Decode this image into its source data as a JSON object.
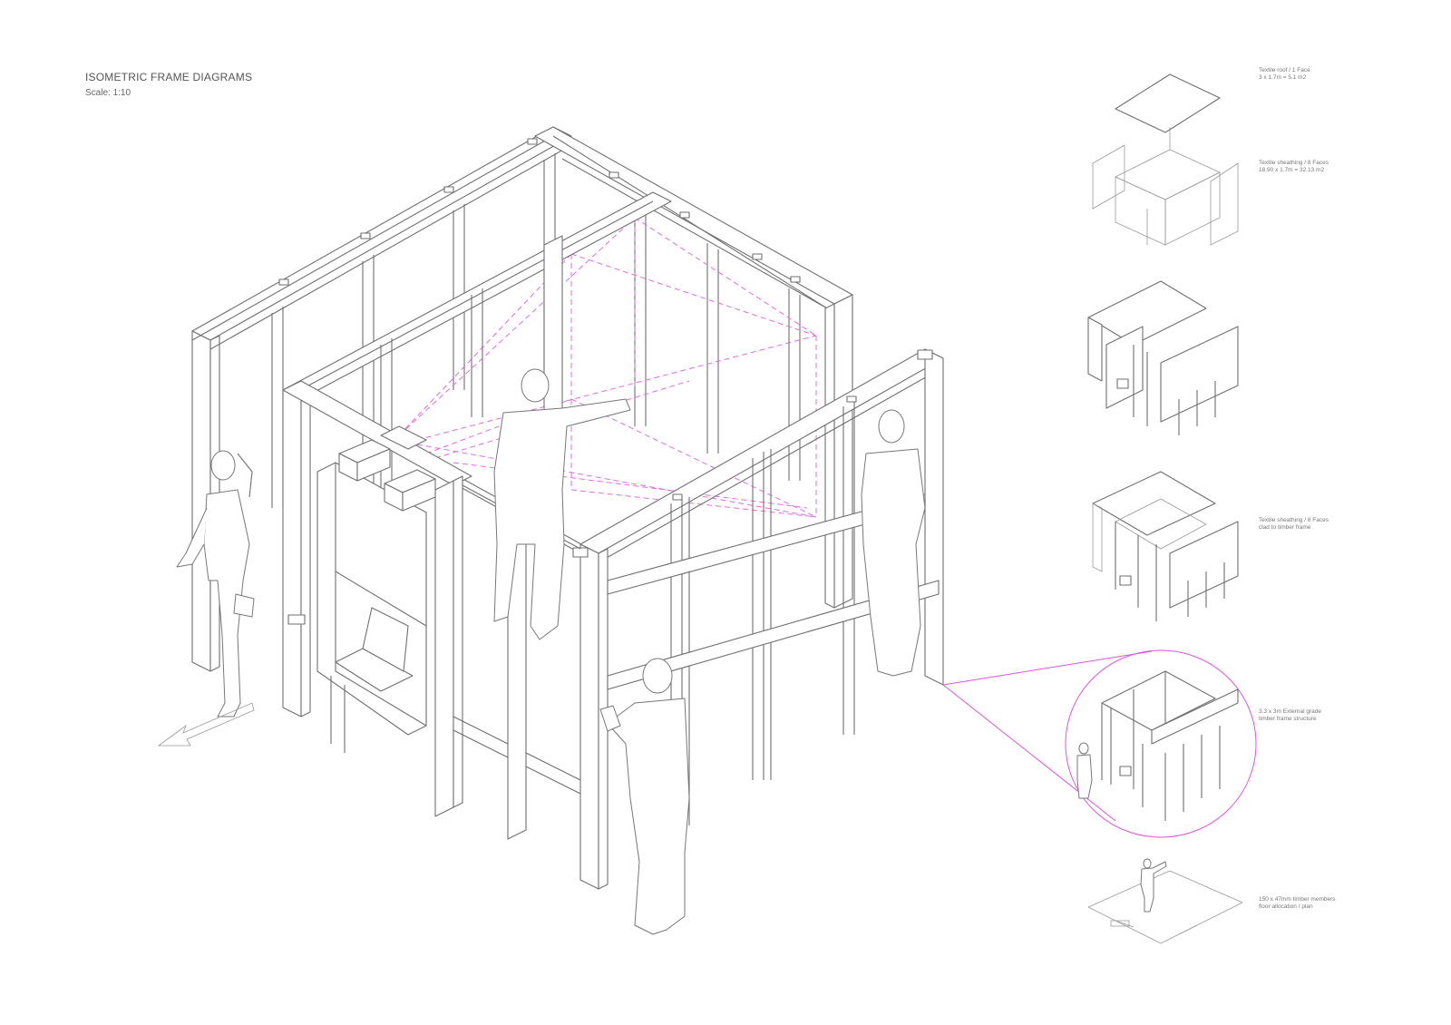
{
  "header": {
    "title": "ISOMETRIC FRAME DIAGRAMS",
    "scale": "Scale: 1:10"
  },
  "annotations": [
    {
      "id": "roof",
      "line1": "Textile roof / 1 Face",
      "line2": "3 x 1.7m = 5.1 m2"
    },
    {
      "id": "sheathing-exploded",
      "line1": "Textile sheathing / 8 Faces",
      "line2": "18.90 x 1.7m = 32.13 m2"
    },
    {
      "id": "sheathing-clad",
      "line1": "Textile sheathing / 8 Faces",
      "line2": "clad to timber frame"
    },
    {
      "id": "frame",
      "line1": "3.3 x 3m External grade",
      "line2": "timber frame structure"
    },
    {
      "id": "members",
      "line1": "150 x 47mm timber members",
      "line2": "floor allocation / plan"
    }
  ],
  "colors": {
    "line": "#6f6f6f",
    "accent_magenta": "#e26ce2",
    "background": "#ffffff"
  }
}
